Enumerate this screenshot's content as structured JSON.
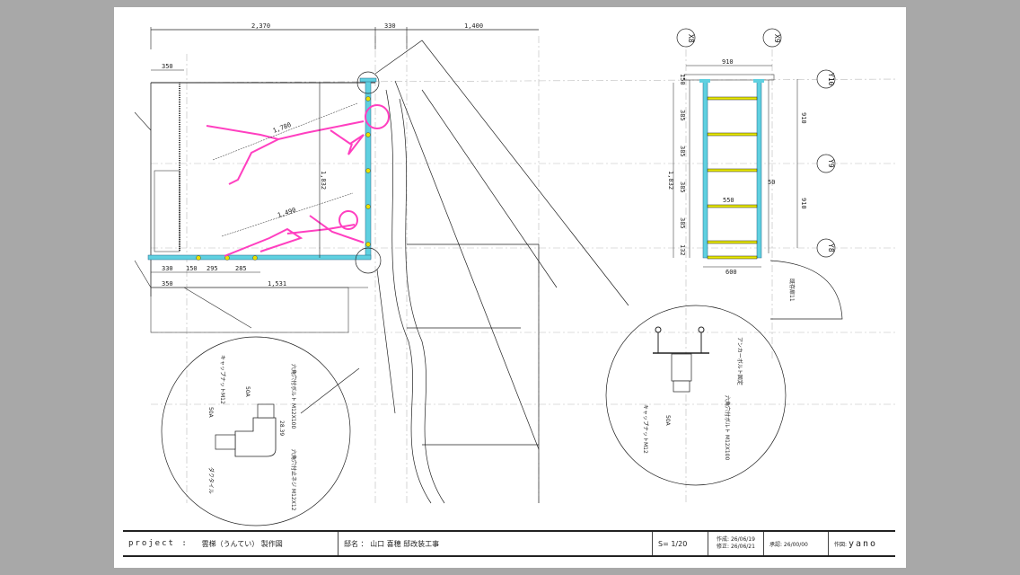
{
  "drawing": {
    "elevation_dims": {
      "top": [
        "2,370",
        "330",
        "1,400"
      ],
      "left_top": "350",
      "bottom_row1": [
        "330",
        "150",
        "295",
        "285"
      ],
      "bottom_row2": [
        "350",
        "1,531"
      ],
      "height": "1,832",
      "reach_upper": "1,780",
      "reach_lower": "1,490"
    },
    "plan_dims": {
      "width_top": "910",
      "width_bottom": "600",
      "inner": "550",
      "side": "50",
      "height": "1,832",
      "spacings": [
        "150",
        "385",
        "385",
        "385",
        "385",
        "132"
      ],
      "grid_spacing": [
        "910",
        "910"
      ]
    },
    "grid_labels": [
      "X8",
      "X9",
      "Y10",
      "Y9",
      "Y8"
    ],
    "detail_left": {
      "labels": [
        "六角穴付ボルト M12X100",
        "キャップナットM12",
        "50A",
        "50A",
        "28.39",
        "六角穴付止ネジ M12X12",
        "ダクタイル"
      ]
    },
    "detail_right": {
      "labels": [
        "アンカーボルト固定",
        "六角穴付ボルト M12X100",
        "キャップナットM12",
        "50A"
      ]
    },
    "door_note": "既存扉11"
  },
  "title_block": {
    "project_label": "project :",
    "project_name": "雲梯（うんてい） 製作図",
    "site": "邸名 ： 山口 喜穂 邸改装工事",
    "scale": "S= 1/20",
    "created": "作成: 26/06/19",
    "revised": "修正: 26/06/21",
    "approved": "承認: 26/00/00",
    "drawn_by_label": "作図:",
    "drawn_by": "yano"
  },
  "colors": {
    "pipe": "#5fd0e0",
    "rung": "#d8d800",
    "figure": "#ff3fc0"
  }
}
